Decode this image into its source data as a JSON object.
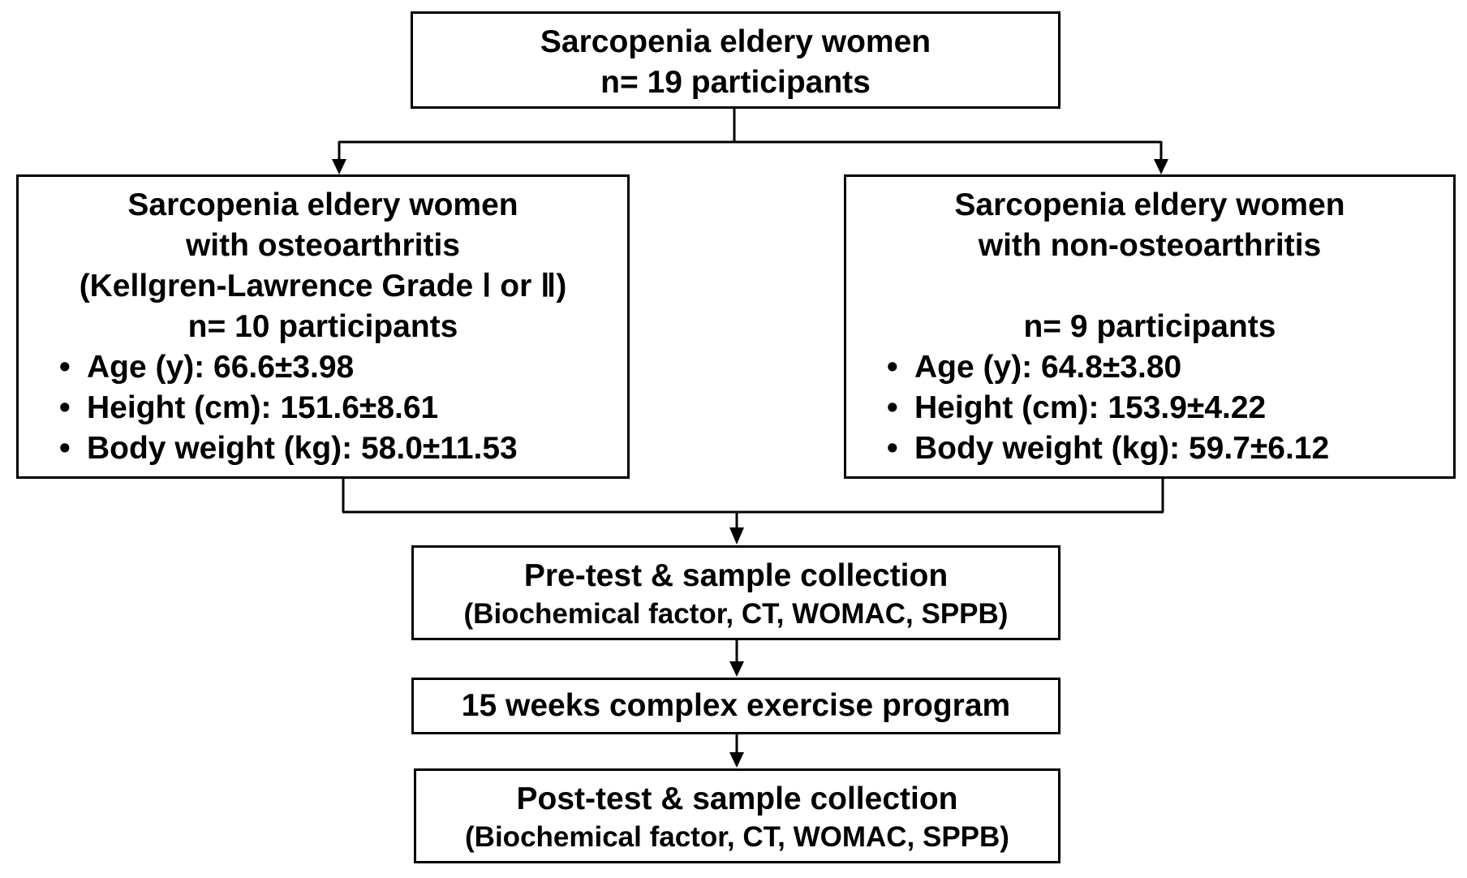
{
  "top_box": {
    "line1": "Sarcopenia eldery women",
    "line2": "n= 19 participants"
  },
  "left_box": {
    "line1": "Sarcopenia eldery women",
    "line2": "with osteoarthritis",
    "line3": "(Kellgren-Lawrence Grade Ⅰ or Ⅱ)",
    "n": "n= 10 participants",
    "stats": [
      "Age (y): 66.6±3.98",
      "Height (cm): 151.6±8.61",
      "Body weight (kg): 58.0±11.53"
    ]
  },
  "right_box": {
    "line1": "Sarcopenia eldery women",
    "line2": "with non-osteoarthritis",
    "n": "n= 9 participants",
    "stats": [
      "Age (y): 64.8±3.80",
      "Height (cm): 153.9±4.22",
      "Body weight (kg): 59.7±6.12"
    ]
  },
  "pre_box": {
    "line1": "Pre-test & sample collection",
    "line2": "(Biochemical factor, CT, WOMAC, SPPB)"
  },
  "program_box": {
    "line1": "15 weeks complex exercise program"
  },
  "post_box": {
    "line1": "Post-test & sample collection",
    "line2": "(Biochemical factor, CT, WOMAC, SPPB)"
  },
  "bullet_glyph": "•"
}
